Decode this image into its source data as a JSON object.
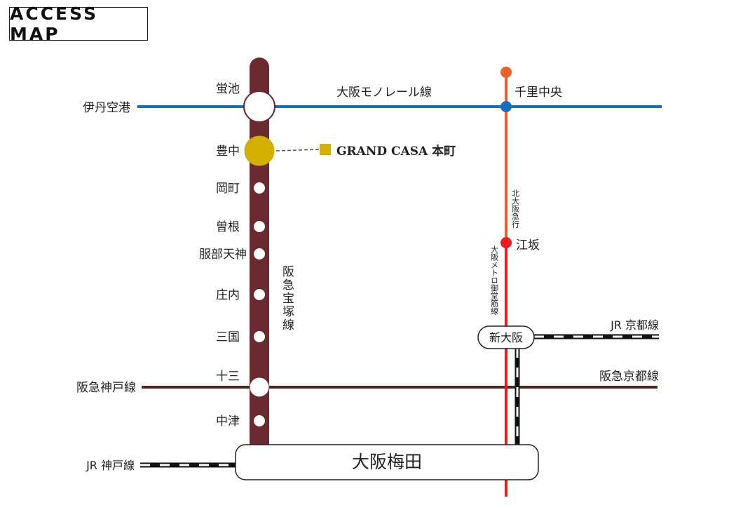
{
  "title": "ACCESS MAP",
  "colors": {
    "takarazuka": "#6b2a2f",
    "monorail": "#1a6fb4",
    "kobe_hankyu": "#4a2a1e",
    "kitakyu": "#e8602c",
    "midosuji": "#e81e1e",
    "property": "#d4b000"
  },
  "lines": {
    "takarazuka": "阪急宝塚線",
    "monorail": "大阪モノレール線",
    "kitakyu": "北大阪急行",
    "midosuji": "大阪メトロ御堂筋線",
    "hankyu_kobe": "阪急神戸線",
    "hankyu_kyoto": "阪急京都線",
    "jr_kyoto": "JR 京都線",
    "jr_kobe": "JR 神戸線"
  },
  "stations": {
    "hotarugaike": "蛍池",
    "itami": "伊丹空港",
    "toyonaka": "豊中",
    "okamachi": "岡町",
    "sone": "曽根",
    "hattori": "服部天神",
    "shonai": "庄内",
    "mikuni": "三国",
    "juso": "十三",
    "nakatsu": "中津",
    "senri": "千里中央",
    "esaka": "江坂",
    "shinosaka": "新大阪",
    "umeda": "大阪梅田"
  },
  "property": {
    "name": "GRAND CASA 本町",
    "icon": "property-square-icon"
  }
}
